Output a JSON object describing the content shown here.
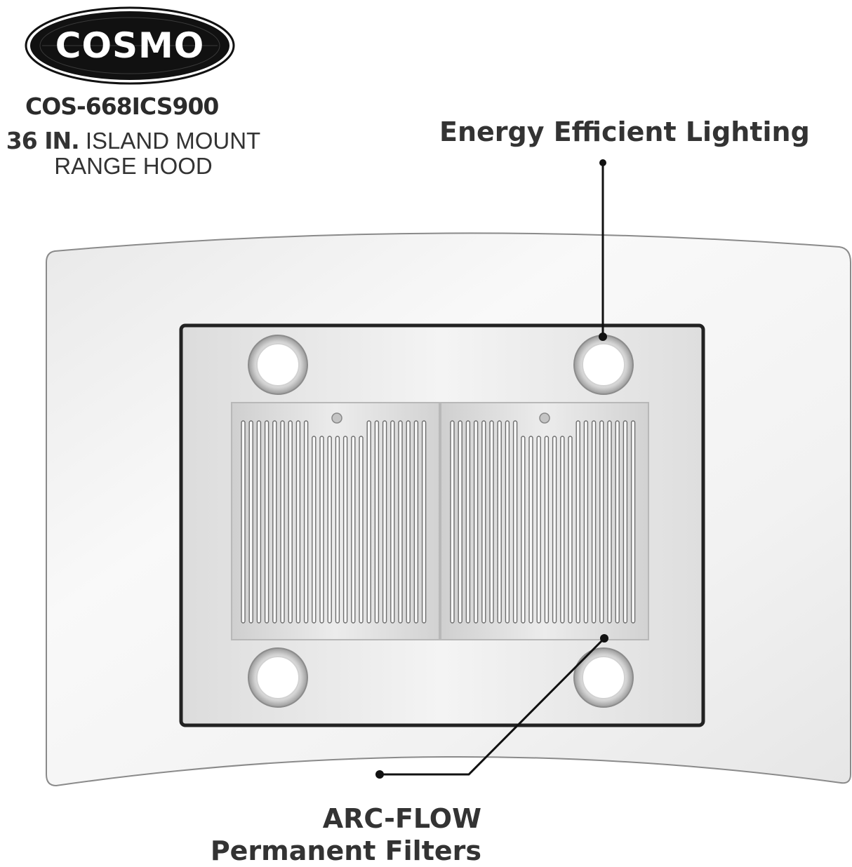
{
  "brand": {
    "logo_text": "COSMO"
  },
  "product": {
    "model": "COS-668ICS900",
    "size": "36 IN.",
    "type_line1": "ISLAND MOUNT",
    "type_line2": "RANGE HOOD"
  },
  "callouts": {
    "lighting": "Energy Efficient Lighting",
    "filters_line1": "ARC-FLOW",
    "filters_line2": "Permanent Filters"
  },
  "colors": {
    "text": "#2b2b2b",
    "logo_bg": "#111111",
    "frame": "#222222",
    "steel": "#d9d9d9"
  },
  "icons": [
    "logo-ellipse",
    "led-light",
    "baffle-filter"
  ]
}
